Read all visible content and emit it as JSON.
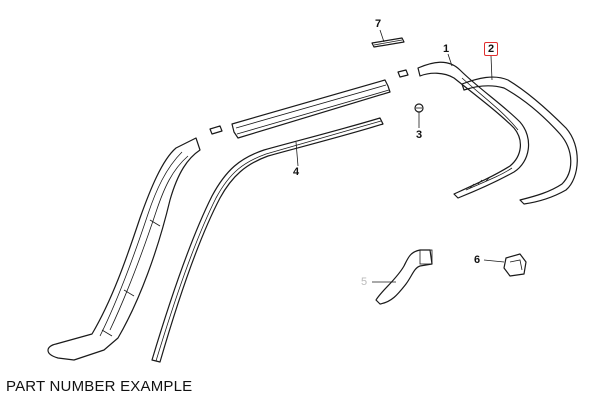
{
  "callouts": {
    "c1": "1",
    "c2": "2",
    "c3": "3",
    "c4": "4",
    "c5": "5",
    "c6": "6",
    "c7": "7"
  },
  "caption": "PART NUMBER EXAMPLE",
  "colors": {
    "line": "#1a1a1a",
    "highlight": "#e03030",
    "faint": "#bbbbbb"
  }
}
